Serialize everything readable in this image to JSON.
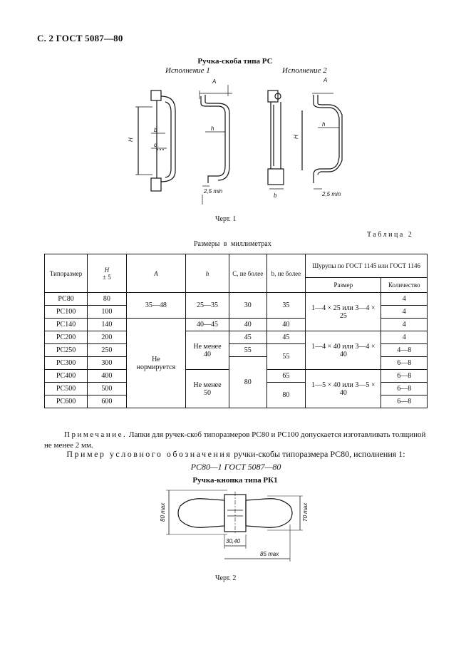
{
  "header": "С. 2 ГОСТ 5087—80",
  "fig1": {
    "title": "Ручка-скоба типа РС",
    "variant1": "Исполнение 1",
    "variant2": "Исполнение 2",
    "caption": "Черт. 1",
    "labels": {
      "A": "A",
      "H": "H",
      "b": "b",
      "c": "c",
      "h": "h",
      "min": "2,5 min"
    }
  },
  "table": {
    "label": "Таблица 2",
    "units": "Размеры в миллиметрах",
    "headers": {
      "size": "Типоразмер",
      "H": "H",
      "H_tol": "± 5",
      "A": "A",
      "h": "h",
      "C": "C, не более",
      "b": "b, не более",
      "screws": "Шурупы по ГОСТ 1145 или ГОСТ 1146",
      "screw_size": "Размер",
      "qty": "Количество"
    },
    "rows": [
      {
        "size": "РС80",
        "H": "80",
        "qty": "4"
      },
      {
        "size": "РС100",
        "H": "100",
        "qty": "4"
      },
      {
        "size": "РС140",
        "H": "140",
        "qty": "4"
      },
      {
        "size": "РС200",
        "H": "200",
        "qty": "4"
      },
      {
        "size": "РС250",
        "H": "250",
        "qty": "4—8"
      },
      {
        "size": "РС300",
        "H": "300",
        "qty": "6—8"
      },
      {
        "size": "РС400",
        "H": "400",
        "qty": "6—8"
      },
      {
        "size": "РС500",
        "H": "500",
        "qty": "6—8"
      },
      {
        "size": "РС600",
        "H": "600",
        "qty": "6—8"
      }
    ],
    "merged": {
      "A_small": "35—48",
      "A_large": "Не нормируется",
      "h_small": "25—35",
      "h_140": "40—45",
      "h_mid": "Не менее 40",
      "h_large": "Не менее 50",
      "C_small": "30",
      "C_140": "40",
      "C_200": "45",
      "C_250": "55",
      "C_large": "80",
      "b_small": "35",
      "b_140": "40",
      "b_200": "45",
      "b_mid": "55",
      "b_400": "65",
      "b_large": "80",
      "screw_1": "1—4 × 25 или 3—4 × 25",
      "screw_2": "1—4 × 40 или 3—4 × 40",
      "screw_3": "1—5 × 40 или 3—5 × 40"
    }
  },
  "note": {
    "label": "Примечание.",
    "text": "Лапки для ручек-скоб типоразмеров РС80 и РС100 допускается изготавливать толщиной не менее 2 мм."
  },
  "example": {
    "label": "Пример условного обозначения",
    "text": "ручки-скобы типоразмера РС80, исполнения 1:",
    "designation": "РС80—1 ГОСТ 5087—80"
  },
  "fig2": {
    "title": "Ручка-кнопка типа РК1",
    "caption": "Черт. 2",
    "labels": {
      "d80": "80 max",
      "d70": "70 max",
      "l30": "30,40",
      "l85": "85 max"
    }
  }
}
